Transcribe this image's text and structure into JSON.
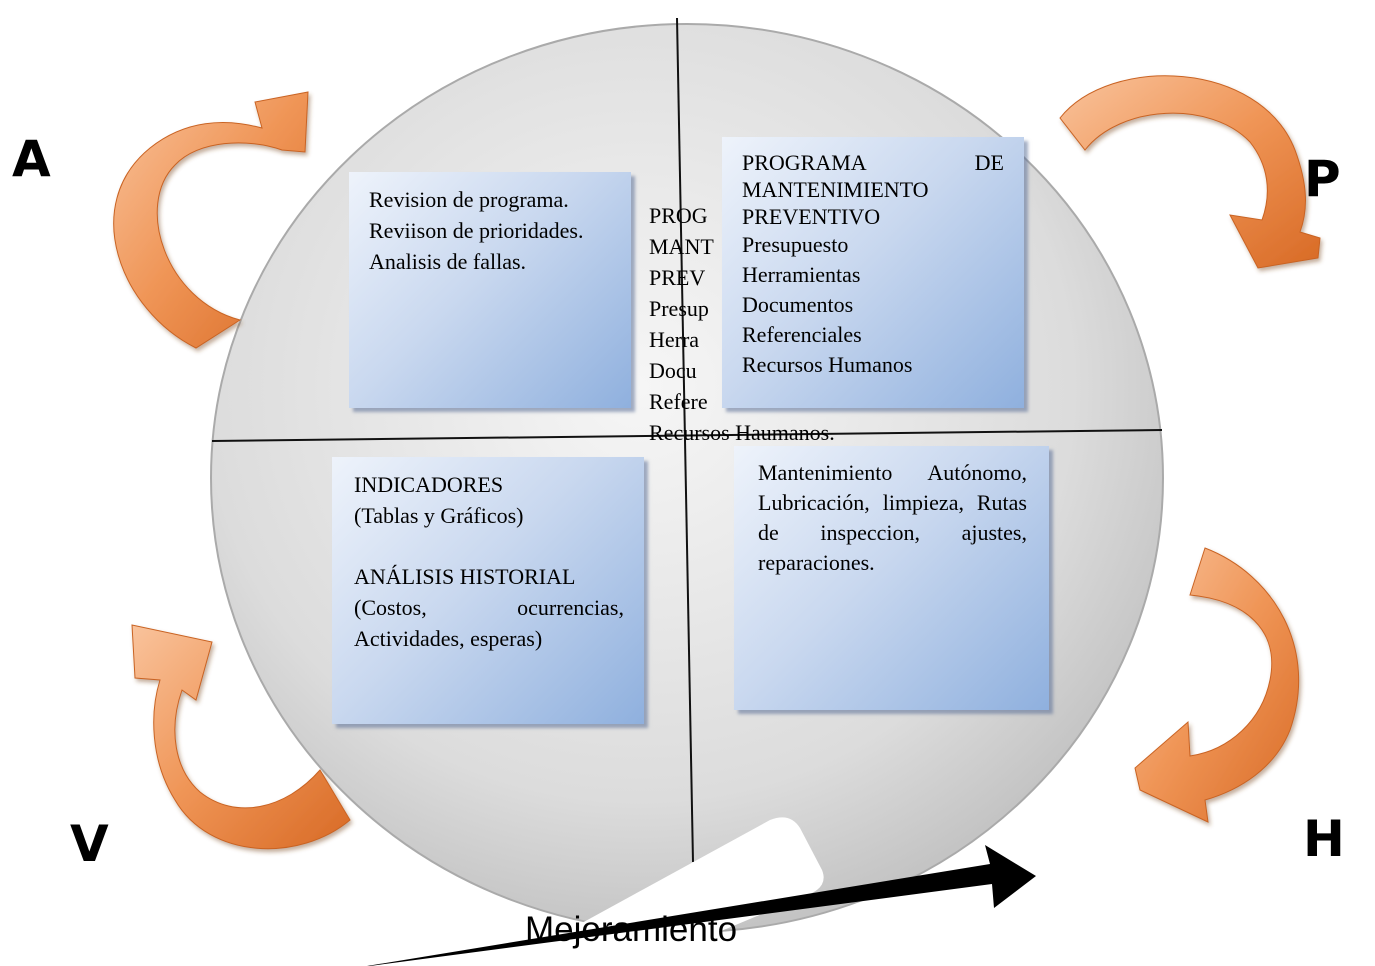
{
  "cycle_letters": {
    "act": "A",
    "plan": "P",
    "verify": "V",
    "do": "H"
  },
  "boxes": {
    "act": {
      "lines": [
        "Revision de programa.",
        "Reviison de prioridades.",
        "Analisis de fallas."
      ]
    },
    "plan": {
      "title": "PROGRAMA DE MANTENIMIENTO PREVENTIVO",
      "lines": [
        "Presupuesto",
        "Herramientas",
        "Documentos",
        "Referenciales",
        "Recursos Humanos"
      ]
    },
    "verify": {
      "line1": "INDICADORES",
      "line2": "(Tablas y Gráficos)",
      "line3": "ANÁLISIS HISTORIAL",
      "line4": "(Costos, ocurrencias, Actividades, esperas)"
    },
    "do": {
      "text": "Mantenimiento Autónomo, Lubricación, limpieza, Rutas de inspeccion, ajustes, reparaciones."
    }
  },
  "overflow_text": [
    "PROG",
    "MANT",
    "PREV",
    "Presup",
    "Herra",
    "Docu",
    "Refere",
    "Recursos Haumanos."
  ],
  "improvement_label": "Mejoramiento",
  "colors": {
    "circle_light": "#f4f4f4",
    "circle_dark": "#c4c4c4",
    "arrow_light": "#f6b588",
    "arrow_dark": "#e27a35",
    "box_light": "#eef3fb",
    "box_dark": "#8fb0de"
  }
}
